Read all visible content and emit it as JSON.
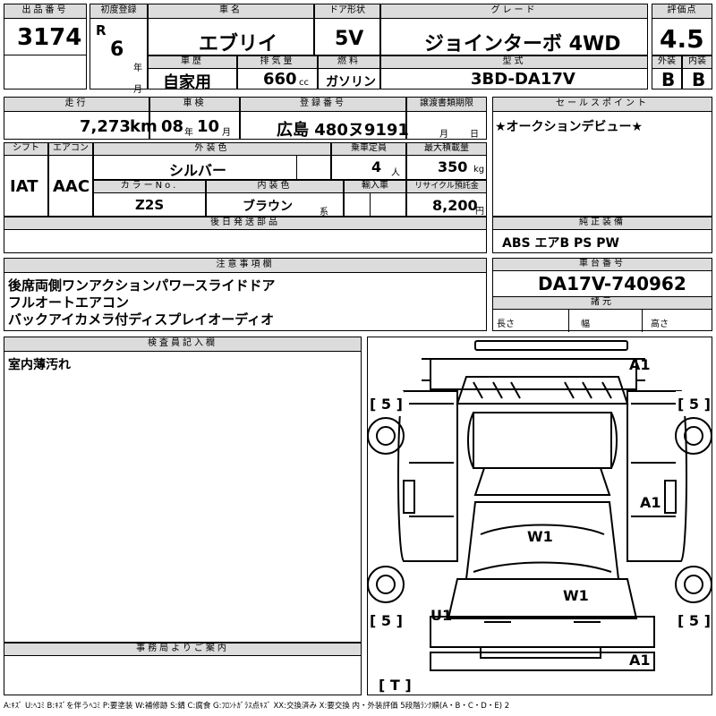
{
  "labels": {
    "lot_number": "出品番号",
    "first_registration": "初度登録",
    "car_name": "車名",
    "door_type": "ドア形状",
    "grade": "グレード",
    "score": "評価点",
    "history": "車歴",
    "displacement": "排気量",
    "fuel": "燃料",
    "model_code": "型式",
    "exterior": "外装",
    "interior": "内装",
    "mileage": "走行",
    "inspection": "車検",
    "registration_no": "登録番号",
    "transfer_deadline": "譲渡書類期限",
    "sales_point": "セールスポイント",
    "shift": "シフト",
    "aircon": "エアコン",
    "exterior_color": "外装色",
    "capacity": "乗車定員",
    "max_load": "最大積載量",
    "color_no": "カラーNo.",
    "interior_color": "内装色",
    "import": "輸入車",
    "recycle": "リサイクル預託金",
    "later_parts": "後日発送部品",
    "genuine_equipment": "純正装備",
    "notes": "注意事項欄",
    "chassis_no": "車台番号",
    "dimensions": "諸元",
    "length": "長さ",
    "width": "幅",
    "height": "高さ",
    "inspector": "検査員記入欄",
    "office": "事務局よりご案内"
  },
  "vehicle": {
    "lot_number": "3174",
    "era": "R",
    "year": "6",
    "year_unit": "年",
    "month_unit": "月",
    "name": "エブリイ",
    "door": "5V",
    "grade": "ジョインターボ 4WD",
    "score": "4.5",
    "history": "自家用",
    "displacement": "660",
    "displacement_unit": "cc",
    "fuel": "ガソリン",
    "model_code": "3BD-DA17V",
    "exterior_score": "B",
    "interior_score": "B",
    "mileage": "7,273",
    "mileage_unit": "km",
    "inspection_year": "08",
    "inspection_year_unit": "年",
    "inspection_month": "10",
    "inspection_month_unit": "月",
    "registration_no": "広島 480ヌ9191",
    "deadline_month_unit": "月",
    "deadline_day_unit": "日",
    "sales_point": "★オークションデビュー★",
    "shift": "IAT",
    "aircon": "AAC",
    "color": "シルバー",
    "capacity": "4",
    "capacity_unit": "人",
    "max_load": "350",
    "max_load_unit": "kg",
    "color_no": "Z2S",
    "interior_color": "ブラウン",
    "interior_color_unit": "系",
    "recycle": "8,200",
    "recycle_unit": "円",
    "genuine_equipment": "ABS エアB PS PW",
    "notes": [
      "後席両側ワンアクションパワースライドドア",
      "フルオートエアコン",
      "バックアイカメラ付ディスプレイオーディオ"
    ],
    "chassis_no": "DA17V-740962",
    "inspector_note": "室内薄汚れ"
  },
  "diagram": {
    "marks": [
      {
        "id": "front-bumper",
        "text": "A1"
      },
      {
        "id": "right-rear-panel",
        "text": "A1"
      },
      {
        "id": "rear-bumper",
        "text": "A1"
      },
      {
        "id": "windshield",
        "text": "W1"
      },
      {
        "id": "rear-glass",
        "text": "W1"
      },
      {
        "id": "rear-left-panel",
        "text": "U1"
      }
    ],
    "tires": [
      {
        "id": "front-left",
        "text": "[ 5 ]"
      },
      {
        "id": "front-right",
        "text": "[ 5 ]"
      },
      {
        "id": "rear-left",
        "text": "[ 5 ]"
      },
      {
        "id": "rear-right",
        "text": "[ 5 ]"
      },
      {
        "id": "spare",
        "text": "[ T ]"
      }
    ]
  },
  "legend": "A:ｷｽﾞ U:ﾍｺﾐ B:ｷｽﾞを伴うﾍｺﾐ P:要塗装 W:補修跡 S:錆 C:腐食 G:ﾌﾛﾝﾄｶﾞﾗｽ点ｷｽﾞ XX:交換済み X:要交換 内・外装評価 5段階ﾗﾝｸ順(A・B・C・D・E) 2"
}
